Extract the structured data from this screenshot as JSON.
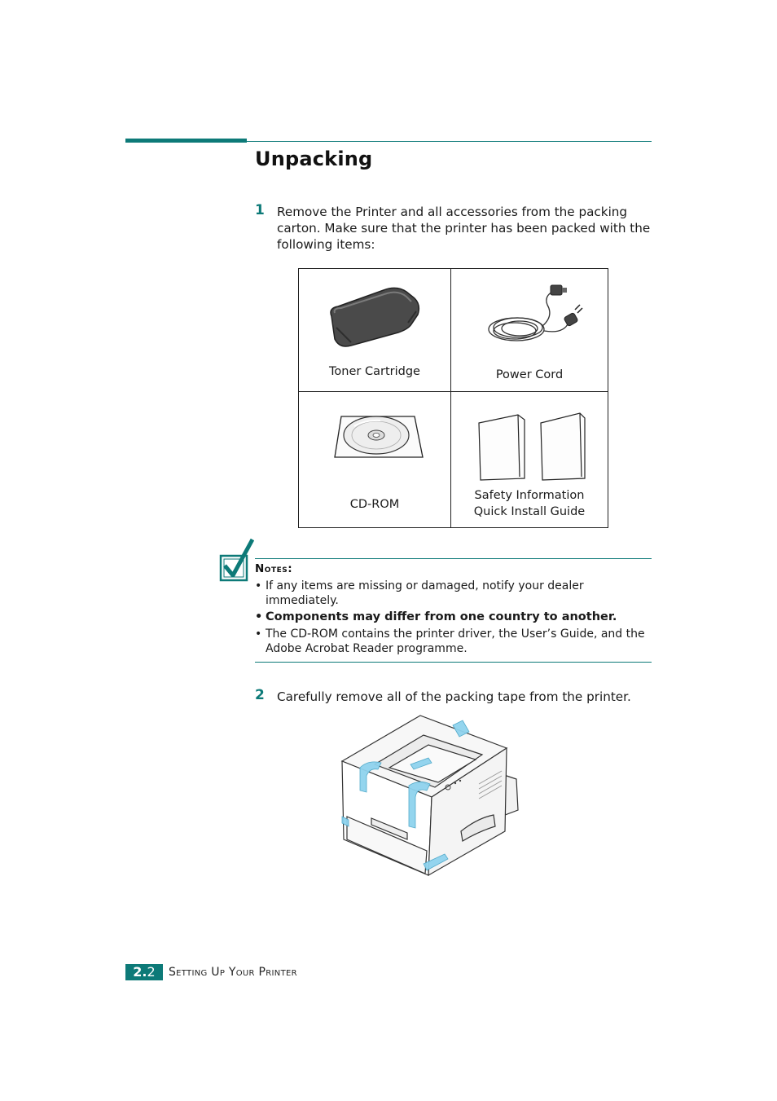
{
  "page": {
    "title": "Unpacking",
    "page_number_major": "2.",
    "page_number_minor": "2",
    "section_title": "Setting Up Your Printer"
  },
  "step1": {
    "number": "1",
    "text": "Remove the Printer and all accessories from the packing carton. Make sure that the printer has been packed with the following items:"
  },
  "items": [
    {
      "label": "Toner Cartridge",
      "icon": "toner-cartridge-icon"
    },
    {
      "label": "Power Cord",
      "icon": "power-cord-icon"
    },
    {
      "label": "CD-ROM",
      "icon": "cd-rom-icon"
    },
    {
      "label_lines": [
        "Safety Information",
        "Quick Install Guide"
      ],
      "icon": "booklets-icon"
    }
  ],
  "notes": {
    "heading": "Notes:",
    "items": [
      {
        "text": "If any items are missing or damaged, notify your dealer immediately.",
        "bold": false
      },
      {
        "text": "Components may differ from one country to another.",
        "bold": true
      },
      {
        "text": "The CD-ROM contains the printer driver, the User’s Guide, and the Adobe Acrobat Reader programme.",
        "bold": false
      }
    ]
  },
  "step2": {
    "number": "2",
    "text": "Carefully remove all of the packing tape from the printer."
  },
  "colors": {
    "accent": "#0d7a78",
    "tape": "#8fd3ee"
  }
}
